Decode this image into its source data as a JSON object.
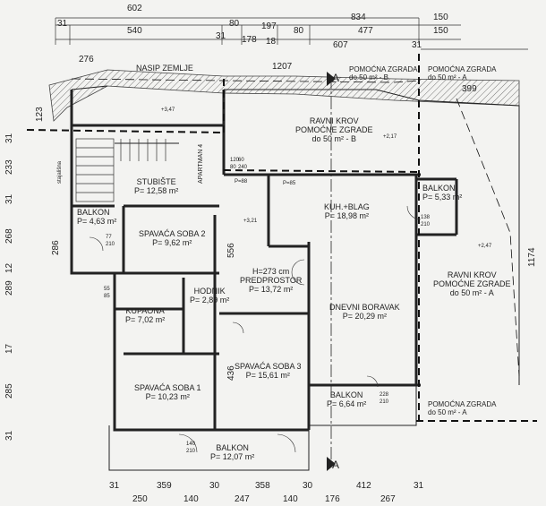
{
  "rooms": [
    {
      "id": "stubiste",
      "name": "STUBIŠTE",
      "area": "P= 12,58 m²"
    },
    {
      "id": "balkon-nw",
      "name": "BALKON",
      "area": "P= 4,63 m²"
    },
    {
      "id": "spavaca2",
      "name": "SPAVAĆA SOBA 2",
      "area": "P= 9,62 m²"
    },
    {
      "id": "kuh",
      "name": "KUH.+BLAG",
      "area": "P= 18,98 m²"
    },
    {
      "id": "balkon-ne",
      "name": "BALKON",
      "area": "P= 5,33 m²"
    },
    {
      "id": "hodnik",
      "name": "HODNIK",
      "area": "P= 2,89 m²"
    },
    {
      "id": "predprostor",
      "name": "PREDPROSTOR",
      "area": "P= 13,72 m²",
      "note": "H=273 cm"
    },
    {
      "id": "kupaona",
      "name": "KUPAONA",
      "area": "P= 7,02 m²"
    },
    {
      "id": "dnevni",
      "name": "DNEVNI BORAVAK",
      "area": "P= 20,29 m²"
    },
    {
      "id": "spavaca1",
      "name": "SPAVAĆA SOBA 1",
      "area": "P= 10,23 m²"
    },
    {
      "id": "spavaca3",
      "name": "SPAVAĆA SOBA 3",
      "area": "P= 15,61 m²"
    },
    {
      "id": "balkon-se",
      "name": "BALKON",
      "area": "P= 6,64 m²"
    },
    {
      "id": "balkon-s",
      "name": "BALKON",
      "area": "P= 12,07 m²"
    }
  ],
  "annotations": {
    "nasip": "NASIP ZEMLJE",
    "roof_b": {
      "l1": "RAVNI KROV",
      "l2": "POMOĆNE ZGRADE",
      "l3": "do 50 m² - B"
    },
    "roof_a": {
      "l1": "RAVNI KROV",
      "l2": "POMOĆNE ZGRADE",
      "l3": "do 50 m² - A"
    },
    "pz_top_b": {
      "l1": "POMOĆNA ZGRADA",
      "l2": "do 50 m² - B"
    },
    "pz_top_a": {
      "l1": "POMOĆNA ZGRADA",
      "l2": "do 50 m² - A"
    },
    "pz_bottom_a": {
      "l1": "POMOĆNA ZGRADA",
      "l2": "do 50 m² - A"
    },
    "apartman": "APARTMAN 4",
    "stairs_side": "stajališna",
    "section_a": "A",
    "levels": [
      "+3,47",
      "+2,17",
      "+3,21",
      "+2,47"
    ],
    "pd": [
      "P=88",
      "P=85"
    ]
  },
  "dims_top": {
    "row0": [
      "602",
      "834",
      "150"
    ],
    "row1": [
      "31",
      "80",
      "197",
      "80",
      "477",
      "150"
    ],
    "row2": [
      "540",
      "31",
      "178",
      "18",
      "607",
      "31"
    ],
    "row3": [
      "276",
      "1207",
      "399"
    ]
  },
  "dims_bottom": {
    "row0": [
      "31",
      "30",
      "30",
      "31"
    ],
    "row1": [
      "359",
      "358",
      "412"
    ],
    "row2": [
      "250",
      "140",
      "247",
      "140",
      "176",
      "267"
    ]
  },
  "dims_left": [
    "31",
    "233",
    "31",
    "268",
    "12",
    "289",
    "17",
    "285",
    "31",
    "123",
    "286",
    "556",
    "436"
  ],
  "dims_right": [
    "1174"
  ],
  "doors": [
    "140",
    "210",
    "77",
    "210",
    "55",
    "85",
    "120",
    "80",
    "60",
    "240",
    "138",
    "210",
    "228",
    "210"
  ]
}
